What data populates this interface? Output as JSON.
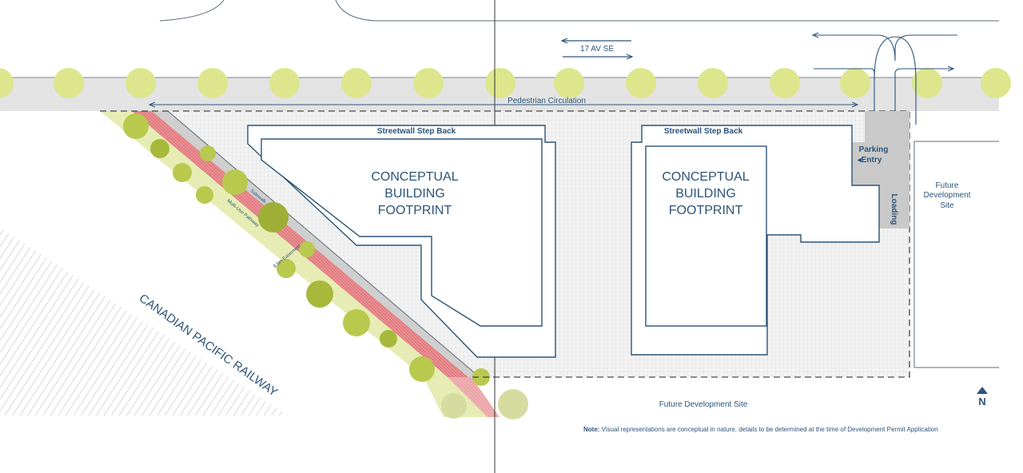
{
  "street": {
    "name": "17 AV SE",
    "pedestrian_label": "Pedestrian Circulation"
  },
  "buildings": [
    {
      "title_lines": [
        "CONCEPTUAL",
        "BUILDING",
        "FOOTPRINT"
      ],
      "step_back_label": "Streetwall Step Back"
    },
    {
      "title_lines": [
        "CONCEPTUAL",
        "BUILDING",
        "FOOTPRINT"
      ],
      "step_back_label": "Streetwall Step Back"
    }
  ],
  "site_labels": {
    "parking_line1": "Parking",
    "parking_line2": "◂Entry",
    "loading": "Loading",
    "future_east_lines": [
      "Future",
      "Development",
      "Site"
    ],
    "future_south": "Future Development Site",
    "railway": "CANADIAN PACIFIC RAILWAY",
    "sidewalk": "Sidewalk",
    "multi_use_pathway": "Multi-Use Pathway",
    "row_easement": "8.5m Easement"
  },
  "north_arrow": {
    "letter": "N"
  },
  "note": {
    "prefix": "Note:",
    "text": " Visual representations are conceptual in nature, details to be determined at the time of Development Permit Application"
  },
  "colors": {
    "accent": "#2d5478",
    "tree": "#dde68c",
    "tree_dark": "#a7b93b",
    "pathway_red": "#e8858a",
    "sidewalk_grey": "#cfcfcf",
    "site_grid": "#e6e6e6"
  }
}
